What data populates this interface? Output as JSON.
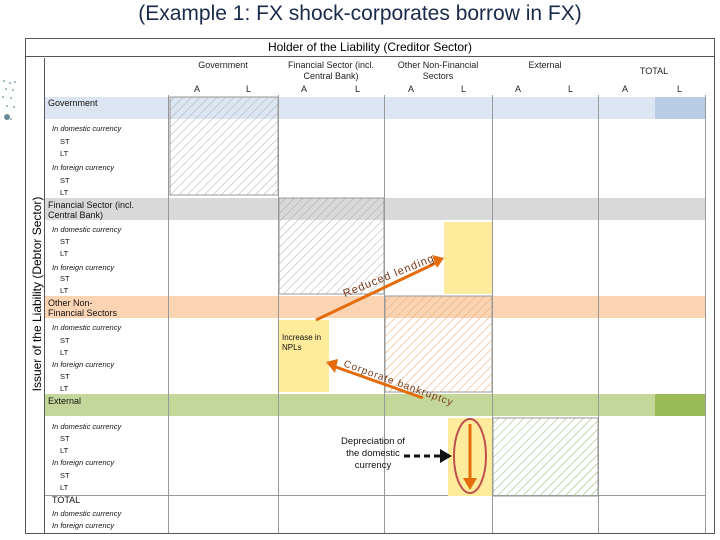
{
  "title": "(Example 1: FX shock-corporates borrow in FX)",
  "creditor_header": "Holder of the Liability (Creditor Sector)",
  "debtor_header": "Issuer of the Liability (Debtor Sector)",
  "columns": [
    {
      "name": "Government",
      "a": "A",
      "l": "L"
    },
    {
      "name": "Financial Sector (incl. Central Bank)",
      "a": "A",
      "l": "L"
    },
    {
      "name": "Other Non-Financial Sectors",
      "a": "A",
      "l": "L"
    },
    {
      "name": "External",
      "a": "A",
      "l": "L"
    },
    {
      "name": "TOTAL",
      "a": "A",
      "l": "L"
    }
  ],
  "rows": {
    "government": "Government",
    "financial": "Financial Sector (incl. Central Bank)",
    "onfs": "Other Non-Financial Sectors",
    "external": "External",
    "total": "TOTAL",
    "in_domestic": "In domestic currency",
    "in_foreign": "In foreign currency",
    "st": "ST",
    "lt": "LT"
  },
  "annotations": {
    "reduced_lending": "Reduced lending",
    "increase_npls": "Increase in NPLs",
    "corporate_bankruptcy": "Corporate bankruptcy",
    "depreciation": "Depreciation of the domestic currency"
  },
  "colors": {
    "government_band": "#dce6f2",
    "total_band_accent": "#b8cce4",
    "financial_band": "#d9d9d9",
    "onfs_band": "#fbd4b4",
    "external_band": "#c4d79b",
    "external_total": "#9bbb59",
    "yellow_box": "#ffeb9c",
    "arrow_orange": "#e46c0a"
  }
}
